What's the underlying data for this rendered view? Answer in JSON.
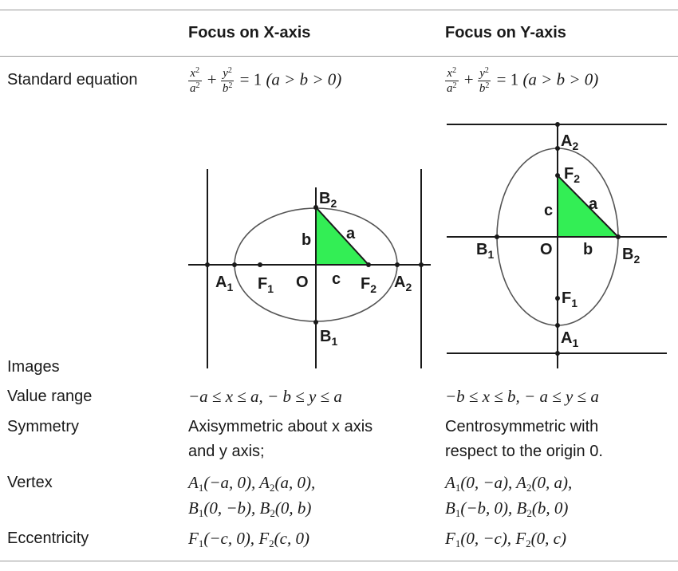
{
  "headers": {
    "x_axis": "Focus on X-axis",
    "y_axis": "Focus on Y-axis"
  },
  "rows": {
    "standard_equation": "Standard equation",
    "images": "Images",
    "value_range": "Value range",
    "symmetry": "Symmetry",
    "vertex": "Vertex",
    "eccentricity": "Eccentricity"
  },
  "equation": {
    "x_num": "x",
    "x_den": "a",
    "y_num": "y",
    "y_den": "b",
    "pow": "2",
    "plus": "+",
    "equals": "=",
    "one": "1",
    "condition": "(a > b > 0)"
  },
  "value_range": {
    "x_axis": "−a ≤ x ≤ a,  − b ≤ y ≤ a",
    "y_axis": "−b ≤ x ≤ b,  − a ≤ y ≤ a"
  },
  "symmetry": {
    "x_axis_line1": "Axisymmetric about x axis",
    "x_axis_line2": "and y axis;",
    "y_axis_line1": "Centrosymmetric with",
    "y_axis_line2": "respect to the origin 0."
  },
  "vertex": {
    "x_axis": {
      "line1": [
        {
          "sym": "A",
          "sub": "1",
          "args": "(−a, 0),"
        },
        {
          "sym": "A",
          "sub": "2",
          "args": "(a, 0),"
        }
      ],
      "line2": [
        {
          "sym": "B",
          "sub": "1",
          "args": "(0, −b),"
        },
        {
          "sym": "B",
          "sub": "2",
          "args": "(0, b)"
        }
      ]
    },
    "y_axis": {
      "line1": [
        {
          "sym": "A",
          "sub": "1",
          "args": "(0, −a),"
        },
        {
          "sym": "A",
          "sub": "2",
          "args": "(0, a),"
        }
      ],
      "line2": [
        {
          "sym": "B",
          "sub": "1",
          "args": "(−b, 0),"
        },
        {
          "sym": "B",
          "sub": "2",
          "args": "(b, 0)"
        }
      ]
    }
  },
  "eccentricity": {
    "x_axis": [
      {
        "sym": "F",
        "sub": "1",
        "args": "(−c, 0),"
      },
      {
        "sym": "F",
        "sub": "2",
        "args": "(c, 0)"
      }
    ],
    "y_axis": [
      {
        "sym": "F",
        "sub": "1",
        "args": "(0, −c),"
      },
      {
        "sym": "F",
        "sub": "2",
        "args": "(0, c)"
      }
    ]
  },
  "diagram_x": {
    "A1": "A",
    "A1_sub": "1",
    "A2": "A",
    "A2_sub": "2",
    "B1": "B",
    "B1_sub": "1",
    "B2": "B",
    "B2_sub": "2",
    "F1": "F",
    "F1_sub": "1",
    "F2": "F",
    "F2_sub": "2",
    "O": "O",
    "a": "a",
    "b": "b",
    "c": "c"
  },
  "diagram_y": {
    "A1": "A",
    "A1_sub": "1",
    "A2": "A",
    "A2_sub": "2",
    "B1": "B",
    "B1_sub": "1",
    "B2": "B",
    "B2_sub": "2",
    "F1": "F",
    "F1_sub": "1",
    "F2": "F",
    "F2_sub": "2",
    "O": "O",
    "a": "a",
    "b": "b",
    "c": "c"
  },
  "colors": {
    "triangle_fill": "#33ee55",
    "ellipse_stroke": "#555555",
    "line_stroke": "#1a1a1a",
    "rule": "#9a9a9a"
  }
}
